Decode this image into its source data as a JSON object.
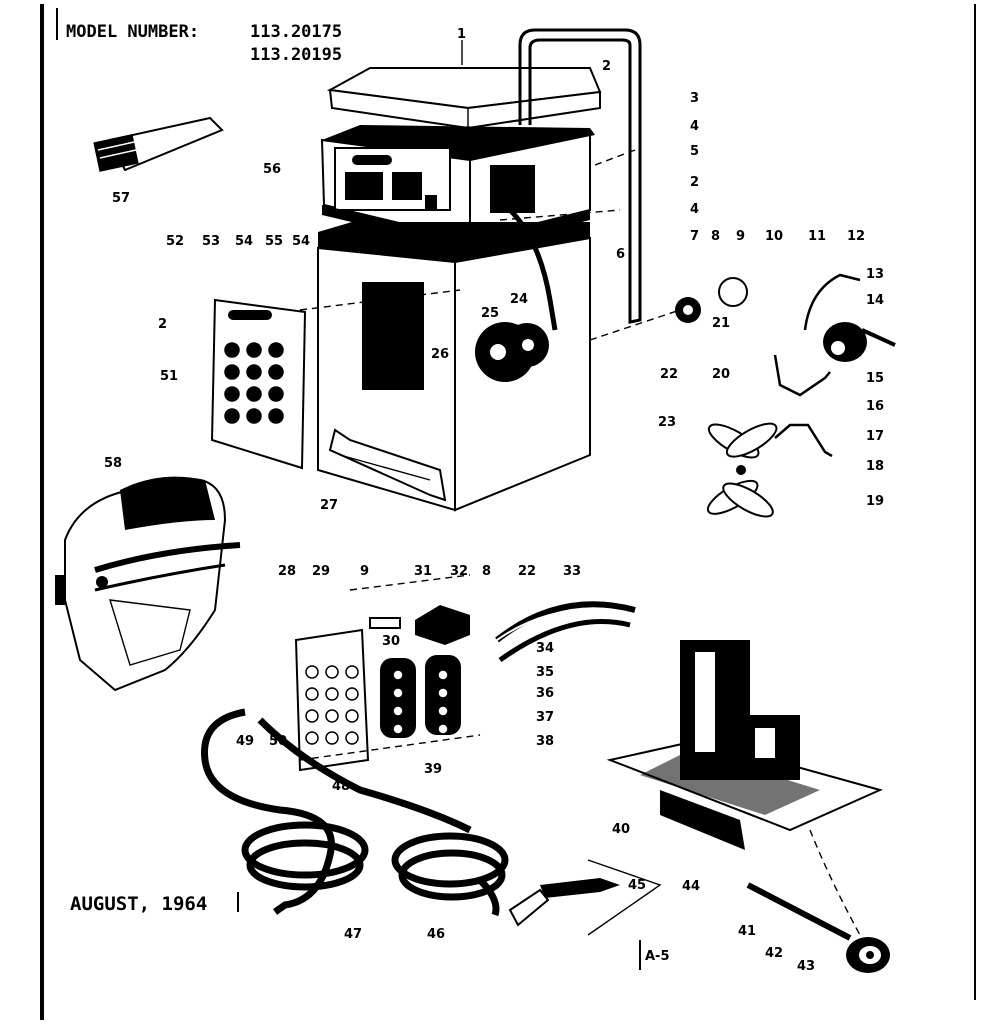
{
  "header": {
    "model_label": "MODEL NUMBER:",
    "model_numbers": [
      "113.20175",
      "113.20195"
    ]
  },
  "footer": {
    "date": "AUGUST, 1964",
    "page_ref": "A-5"
  },
  "callouts": [
    "1",
    "2",
    "3",
    "4",
    "5",
    "2",
    "4",
    "6",
    "7",
    "8",
    "9",
    "10",
    "11",
    "12",
    "13",
    "14",
    "15",
    "16",
    "17",
    "18",
    "19",
    "20",
    "21",
    "22",
    "23",
    "24",
    "25",
    "26",
    "27",
    "28",
    "29",
    "9",
    "31",
    "32",
    "8",
    "22",
    "33",
    "30",
    "34",
    "35",
    "36",
    "37",
    "38",
    "39",
    "40",
    "41",
    "42",
    "43",
    "44",
    "45",
    "46",
    "47",
    "48",
    "49",
    "50",
    "51",
    "2",
    "52",
    "53",
    "54",
    "55",
    "54",
    "56",
    "57",
    "58"
  ]
}
